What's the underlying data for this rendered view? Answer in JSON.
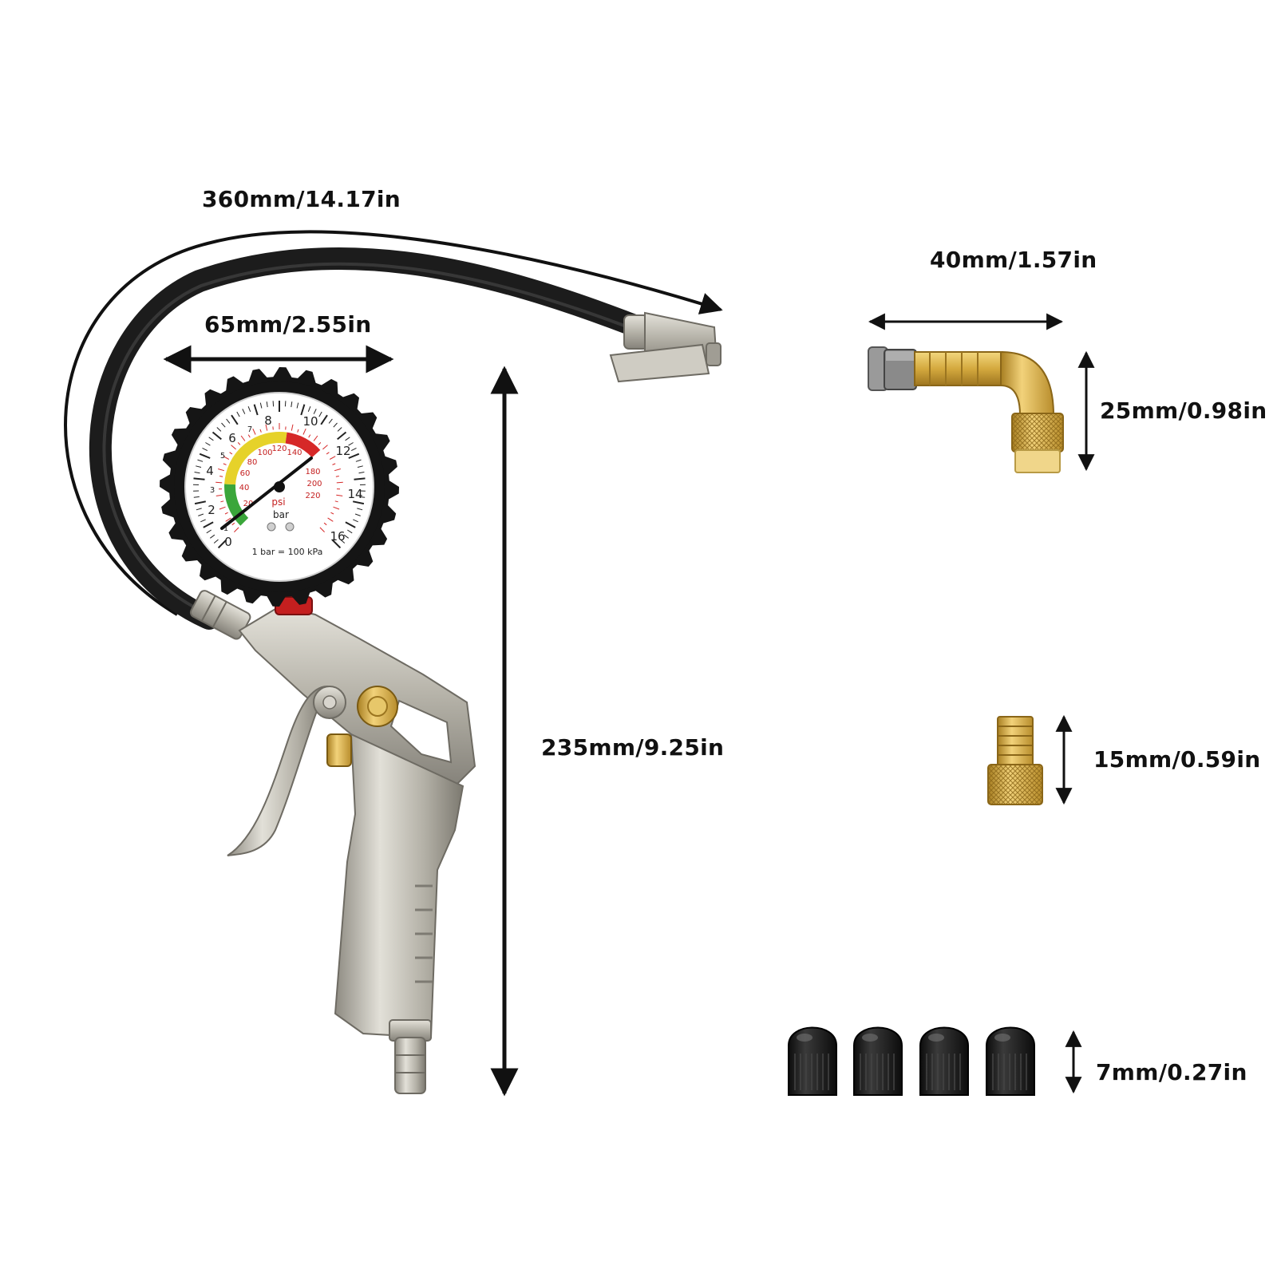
{
  "dimensions": {
    "hose_length": "360mm/14.17in",
    "gauge_diameter": "65mm/2.55in",
    "gun_height": "235mm/9.25in",
    "angled_adapter_length": "40mm/1.57in",
    "angled_adapter_height": "25mm/0.98in",
    "valve_adapter_height": "15mm/0.59in",
    "valve_cap_height": "7mm/0.27in"
  },
  "gauge": {
    "bar_ticks": [
      "0",
      "1",
      "2",
      "3",
      "4",
      "5",
      "6",
      "7",
      "8",
      "10",
      "12",
      "14",
      "16"
    ],
    "psi_ticks": [
      "20",
      "40",
      "60",
      "80",
      "100",
      "120",
      "140",
      "180",
      "200",
      "220"
    ],
    "psi_unit": "psi",
    "bar_unit": "bar",
    "conversion_note": "1 bar = 100 kPa"
  },
  "colors": {
    "background": "#ffffff",
    "label_text": "#111111",
    "hose": "#1c1c1c",
    "gauge_bezel": "#151515",
    "gauge_face": "#ffffff",
    "zone_green": "#3aa63a",
    "zone_yellow": "#e6d22a",
    "zone_red": "#d62828",
    "metal": "#b9b6ac",
    "brass": "#d9b24a",
    "cap": "#1a1a1a"
  }
}
